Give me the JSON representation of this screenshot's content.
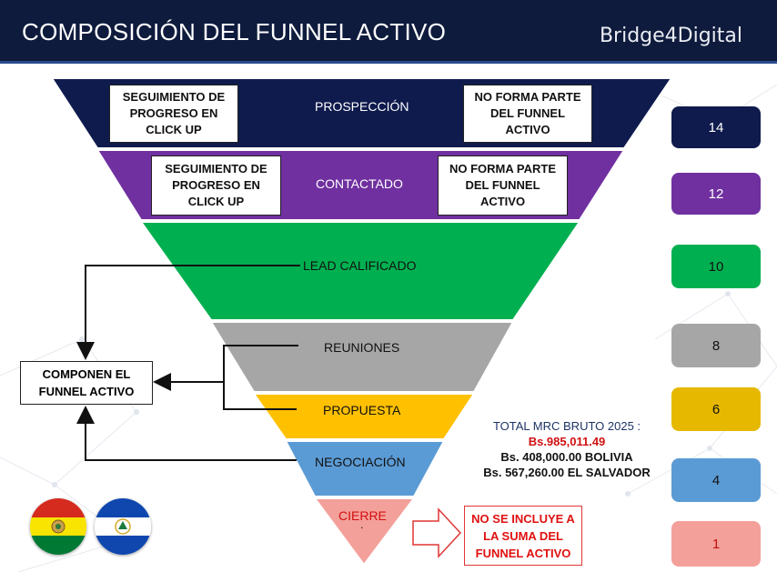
{
  "header": {
    "title": "COMPOSICIÓN DEL FUNNEL ACTIVO",
    "logo": "Bridge4Digital"
  },
  "funnel": {
    "stages": [
      {
        "label": "PROSPECCIÓN",
        "count": "14",
        "color": "#0f1b4d"
      },
      {
        "label": "CONTACTADO",
        "count": "12",
        "color": "#7030a0"
      },
      {
        "label": "LEAD CALIFICADO",
        "count": "10",
        "color": "#00b050"
      },
      {
        "label": "REUNIONES",
        "count": "8",
        "color": "#a6a6a6"
      },
      {
        "label": "PROPUESTA",
        "count": "6",
        "color": "#ffc000"
      },
      {
        "label": "NEGOCIACIÓN",
        "count": "4",
        "color": "#5b9bd5"
      },
      {
        "label": "CIERRE",
        "count": "1",
        "color": "#f4a09a"
      }
    ],
    "cierre_dot": "."
  },
  "notes": {
    "prospeccion_left": "SEGUIMIENTO DE\nPROGRESO EN\nCLICK UP",
    "prospeccion_right": "NO FORMA PARTE\nDEL FUNNEL\nACTIVO",
    "contactado_left": "SEGUIMIENTO DE\nPROGRESO EN\nCLICK UP",
    "contactado_right": "NO FORMA PARTE\nDEL FUNNEL\nACTIVO"
  },
  "side_box": "COMPONEN EL\nFUNNEL ACTIVO",
  "totals": {
    "title": "TOTAL MRC BRUTO 2025 :",
    "total": "Bs.985,011.49",
    "bolivia": "Bs.  408,000.00 BOLIVIA",
    "salvador": "Bs. 567,260.00 EL SALVADOR"
  },
  "exclude_note": "NO SE INCLUYE A\nLA SUMA DEL\nFUNNEL ACTIVO",
  "flags": [
    "bolivia-flag",
    "el-salvador-flag"
  ]
}
